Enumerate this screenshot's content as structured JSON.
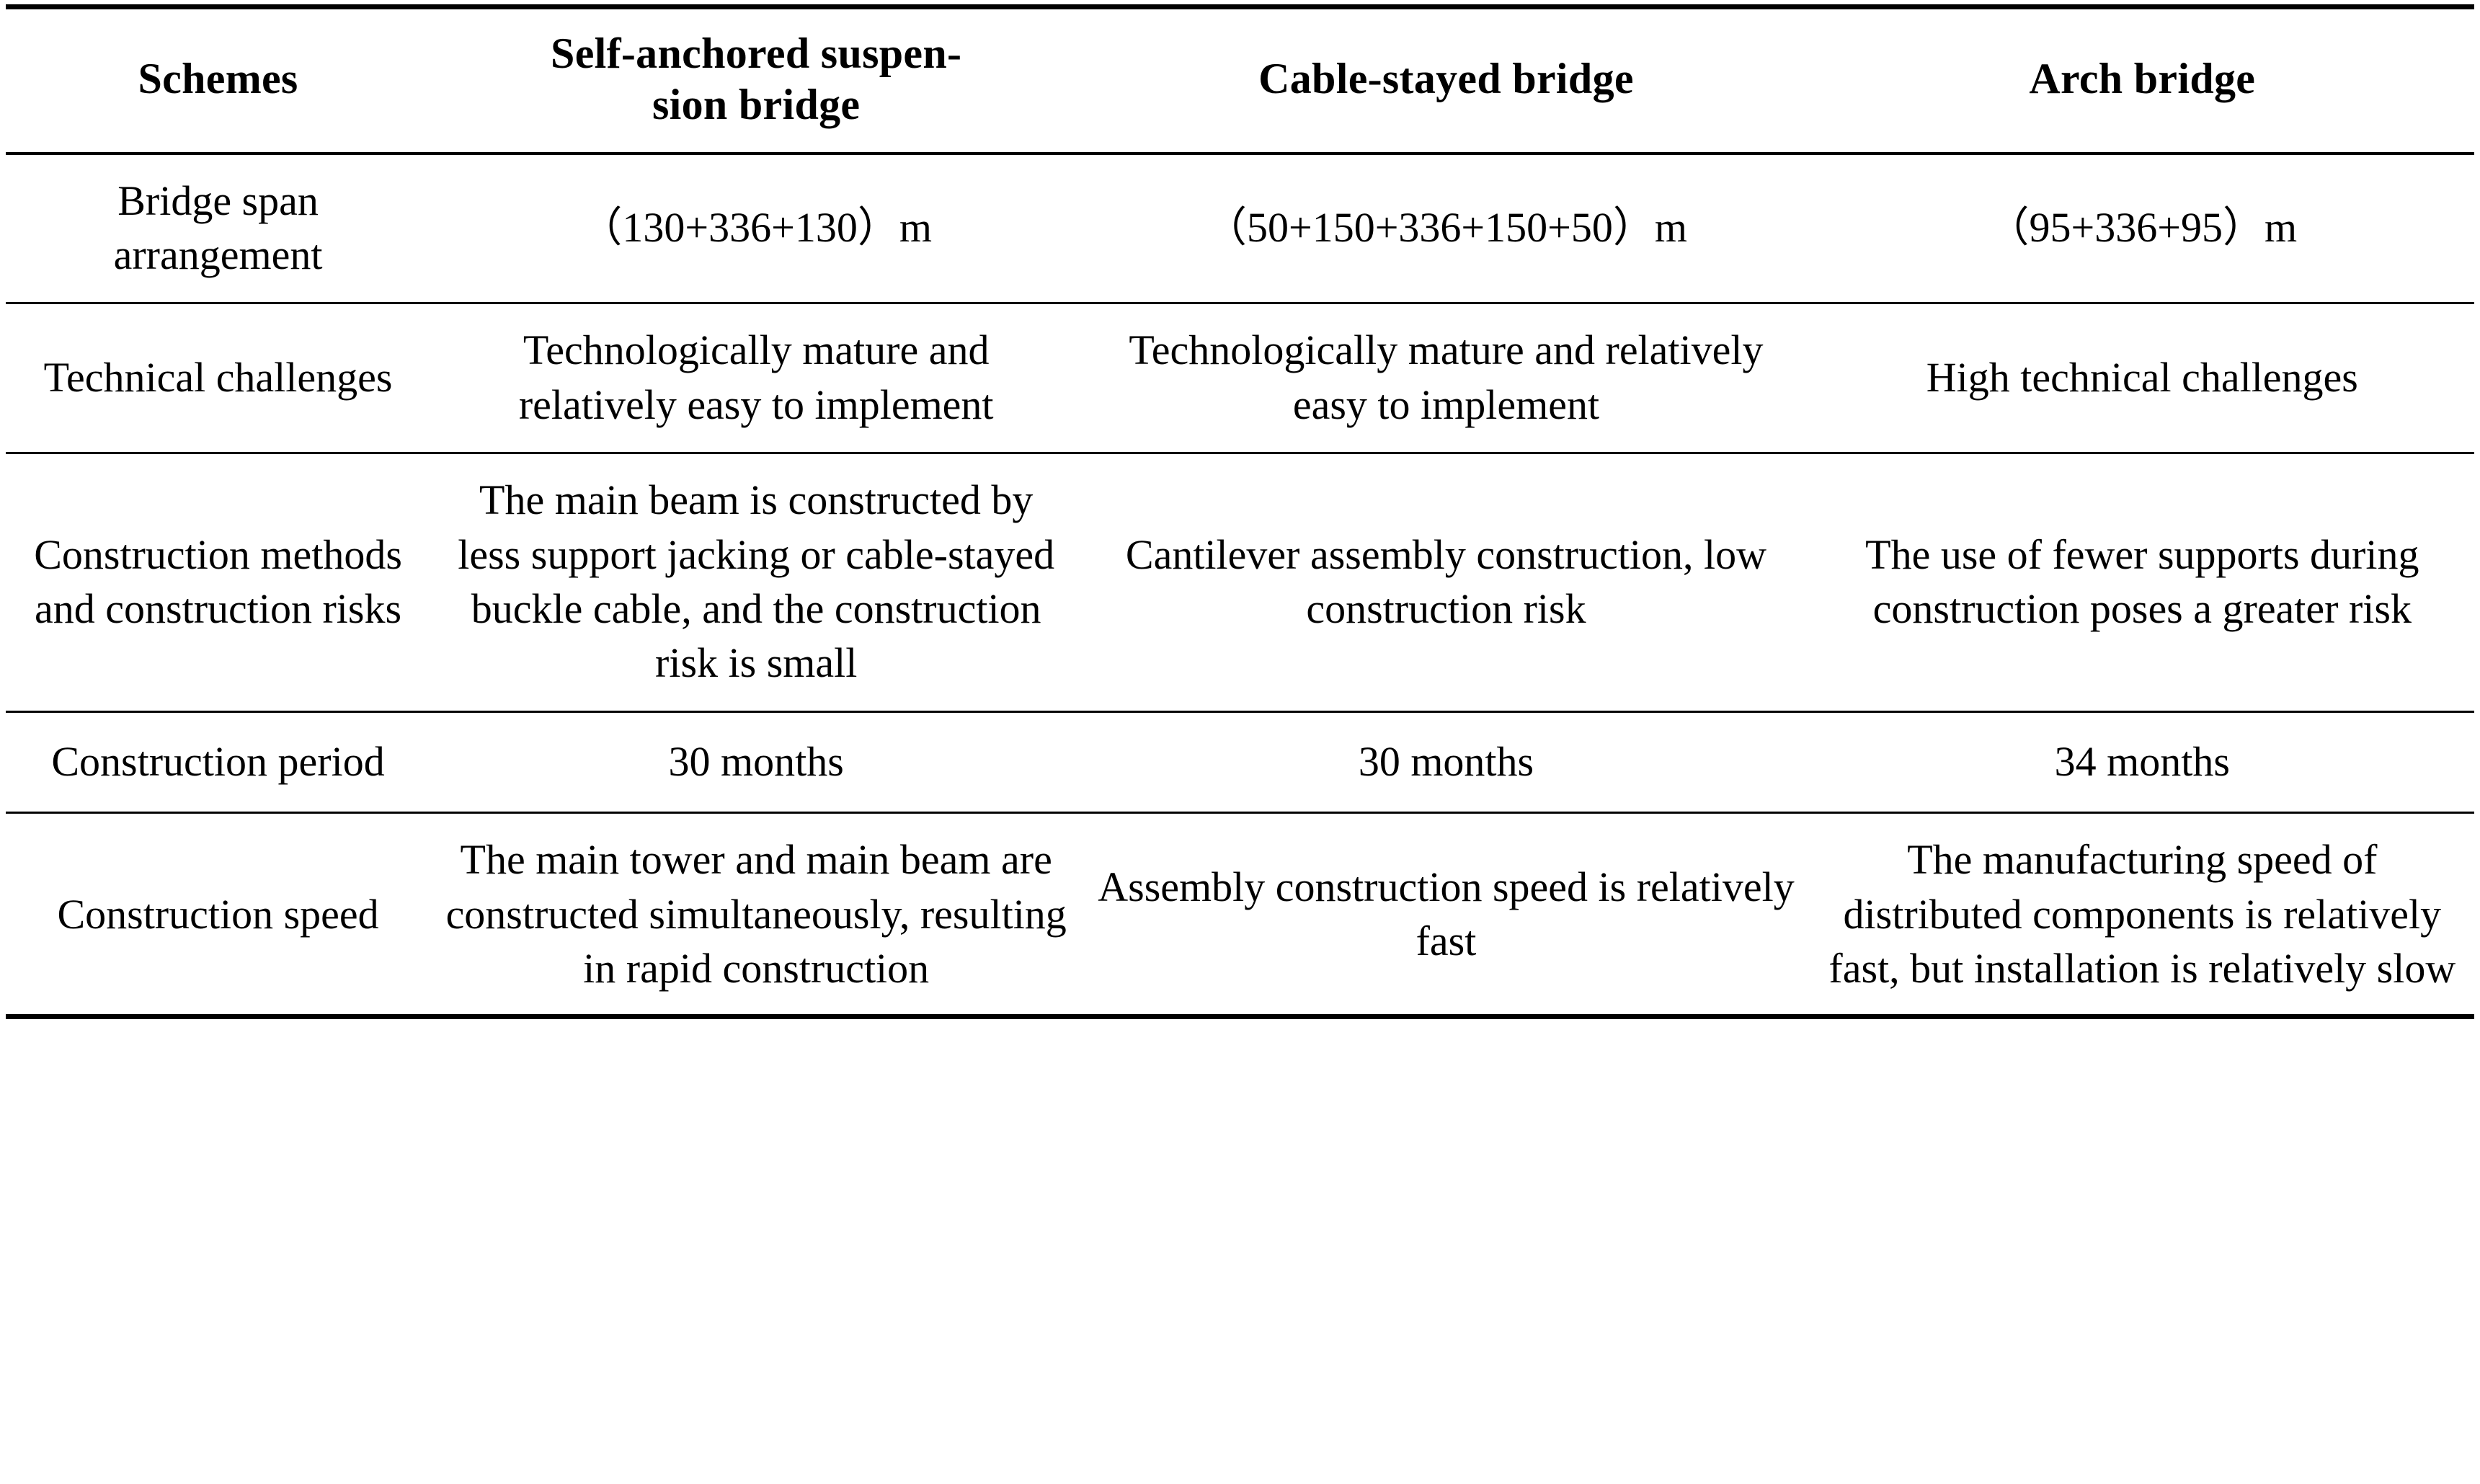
{
  "table": {
    "columns": [
      "Schemes",
      "Self-anchored suspen-sion bridge",
      "Cable-stayed bridge",
      "Arch bridge"
    ],
    "header": {
      "col1": "Schemes",
      "col2_line1": "Self-anchored suspen-",
      "col2_line2": "sion bridge",
      "col3": "Cable-stayed bridge",
      "col4": "Arch bridge"
    },
    "rows": [
      {
        "label": "Bridge span arrangement",
        "self_anchored_suspension_bridge": "（130+336+130）m",
        "cable_stayed_bridge": "（50+150+336+150+50）m",
        "arch_bridge": "（95+336+95）m"
      },
      {
        "label": "Technical challenges",
        "self_anchored_suspension_bridge": "Technologically mature and relatively easy to implement",
        "cable_stayed_bridge": "Technologically mature and relatively easy to implement",
        "arch_bridge": "High technical challenges"
      },
      {
        "label": "Construction methods and construction risks",
        "self_anchored_suspension_bridge": "The main beam is constructed by less support jacking or cable-stayed buckle cable, and the construction risk is small",
        "cable_stayed_bridge": "Cantilever assembly construction, low construction risk",
        "arch_bridge": "The use of fewer supports during construction poses a greater risk"
      },
      {
        "label": "Construction period",
        "self_anchored_suspension_bridge": "30 months",
        "cable_stayed_bridge": "30 months",
        "arch_bridge": "34 months"
      },
      {
        "label": "Construction speed",
        "self_anchored_suspension_bridge": "The main tower and main beam are constructed simultaneously, resulting in rapid construction",
        "cable_stayed_bridge": "Assembly construction speed is relatively fast",
        "arch_bridge": "The manufacturing speed of distributed components is relatively fast, but installation is relatively slow"
      }
    ],
    "colors": {
      "text": "#000000",
      "background": "#ffffff",
      "rule": "#000000"
    }
  }
}
